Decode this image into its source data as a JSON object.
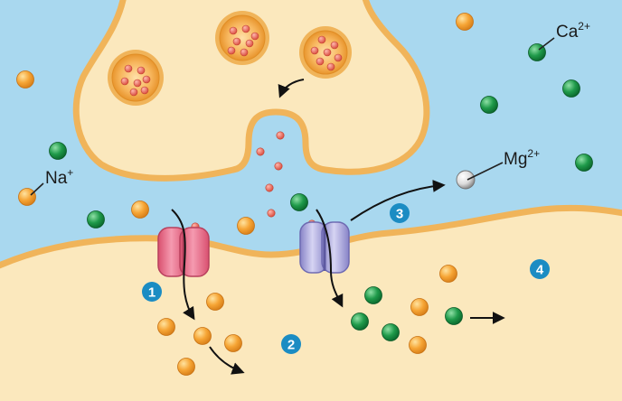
{
  "labels": {
    "na": {
      "base": "Na",
      "sup": "+"
    },
    "ca": {
      "base": "Ca",
      "sup": "2+"
    },
    "mg": {
      "base": "Mg",
      "sup": "2+"
    }
  },
  "steps": [
    "1",
    "2",
    "3",
    "4"
  ],
  "colors": {
    "extracellular": "#a9d8ef",
    "cytoplasm": "#fbe8bd",
    "membrane": "#f0b45a",
    "sodium_ion": "#f6a535",
    "calcium_ion": "#1f9a4a",
    "magnesium_ion": "#e4e4e4",
    "neurotransmitter": "#ee6a5b",
    "step_badge": "#1b8cc3",
    "sodium_channel": "#ee7a95",
    "nmda_channel": "#a9a6dc"
  }
}
